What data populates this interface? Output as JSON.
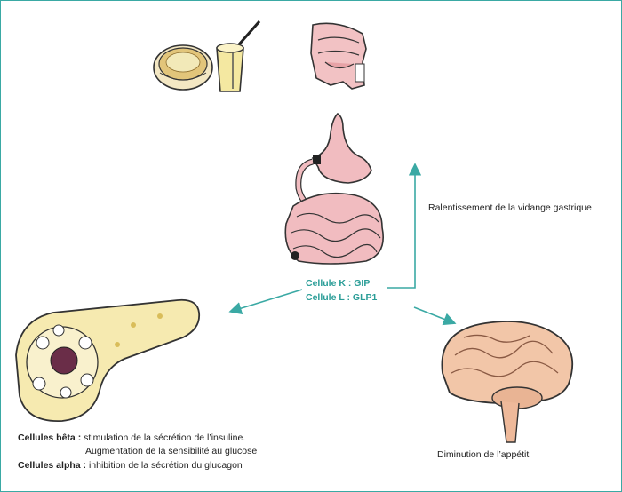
{
  "colors": {
    "accent": "#3aa9a4",
    "text": "#222222"
  },
  "icons": [
    "pie-icon",
    "drink-glass-icon",
    "mouth-icon",
    "stomach-icon",
    "intestine-icon",
    "pancreas-icon",
    "brain-icon"
  ],
  "cells": {
    "k": "Cellule K : GIP",
    "l": "Cellule L : GLP1"
  },
  "labels": {
    "gastric": "Ralentissement de la vidange gastrique",
    "appetite": "Diminution de l’appétit"
  },
  "pancreas_text": {
    "beta_label": "Cellules bêta :",
    "beta_1": "stimulation de la sécrétion de l’insuline.",
    "beta_2": "Augmentation de la sensibilité au glucose",
    "alpha_label": "Cellules alpha :",
    "alpha_1": "inhibition de la sécrétion du glucagon"
  }
}
